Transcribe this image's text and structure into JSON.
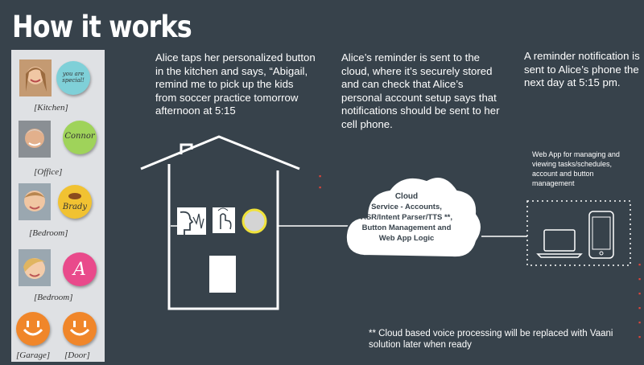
{
  "title": "How it works",
  "panel": {
    "items": [
      {
        "label": "[Kitchen]",
        "button_text": "you are special!",
        "button_color": "#7fd0d8"
      },
      {
        "label": "[Office]",
        "button_text": "Connor",
        "button_color": "#9fd35a"
      },
      {
        "label": "[Bedroom]",
        "button_text": "Brady",
        "button_color": "#f1c232"
      },
      {
        "label": "[Bedroom]",
        "button_text": "A",
        "button_color": "#e94a8b"
      },
      {
        "label": "[Garage]",
        "button_text": "",
        "button_color": "#f0862a"
      },
      {
        "label": "[Door]",
        "button_text": "",
        "button_color": "#f0862a"
      }
    ]
  },
  "steps": {
    "step1": "Alice  taps her personalized button in the kitchen and says, “Abigail, remind me to pick up the kids from soccer practice tomorrow afternoon at 5:15",
    "step2": "Alice’s reminder is sent to the cloud, where it’s securely stored and can check that Alice’s personal account setup says that notifications should be sent to her cell phone.",
    "step3": "A reminder notification is sent to Alice’s phone the next day at 5:15 pm."
  },
  "cloud": {
    "title": "Cloud",
    "lines": [
      "Service - Accounts,",
      "ASR/Intent Parser/TTS **,",
      "Button Management and",
      "Web App Logic"
    ]
  },
  "webapp_note": "Web App for managing and viewing tasks/schedules, account and button management",
  "footnote": "** Cloud based voice processing will be replaced with Vaani solution later when ready",
  "colors": {
    "background": "#37424b",
    "panel": "#dfe1e4",
    "accent_yellow": "#f0e23a",
    "red_marks": "#e2453a"
  }
}
